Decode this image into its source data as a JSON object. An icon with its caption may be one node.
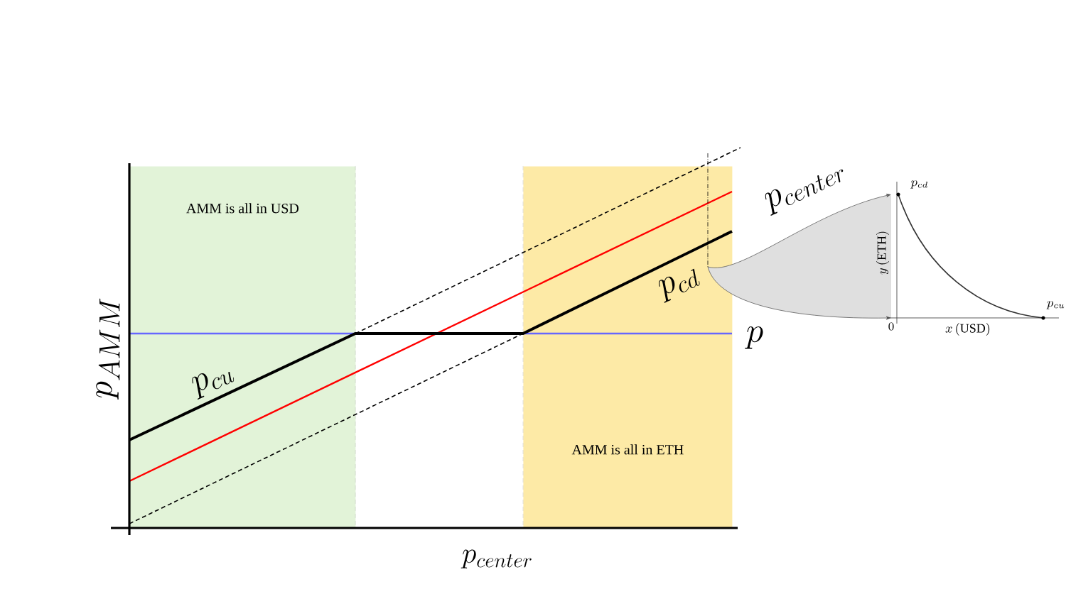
{
  "diagram": {
    "nodes": [
      {
        "text": [
          "AMM is all in USD"
        ]
      },
      {
        "text": [
          "AMM is all in ETH"
        ]
      }
    ],
    "labels": [
      "p_{center}",
      "p",
      "p_{cd}",
      "p_{cu}",
      "p_{AMM}",
      "p_{center}",
      "p_{cd}",
      "y\\,\\mathrm{(ETH)}",
      "p_{cu}",
      "0",
      "x\\,\\mathrm{(USD)}"
    ]
  }
}
